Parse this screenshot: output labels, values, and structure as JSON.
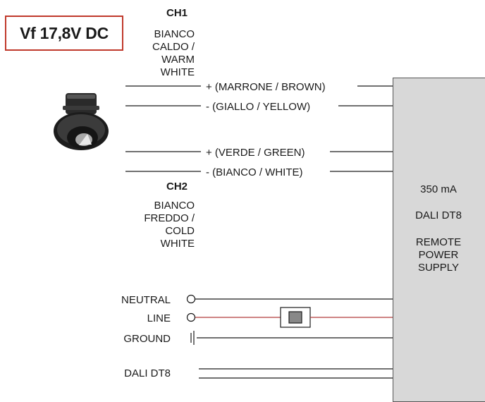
{
  "vf_label": "Vf 17,8V DC",
  "ch1": {
    "title": "CH1",
    "desc": [
      "BIANCO",
      "CALDO /",
      "WARM",
      "WHITE"
    ]
  },
  "ch2": {
    "title": "CH2",
    "desc": [
      "BIANCO",
      "FREDDO /",
      "COLD",
      "WHITE"
    ]
  },
  "wires": [
    "+ (MARRONE / BROWN)",
    "- (GIALLO / YELLOW)",
    "+ (VERDE / GREEN)",
    "- (BIANCO / WHITE)"
  ],
  "power_supply": {
    "current": "350 mA",
    "protocol": "DALI DT8",
    "desc": [
      "REMOTE",
      "POWER",
      "SUPPLY"
    ]
  },
  "mains": {
    "neutral": "NEUTRAL",
    "line": "LINE",
    "ground": "GROUND",
    "dali": "DALI DT8"
  },
  "colors": {
    "accent_red": "#c0392b",
    "psu_fill": "#d8d8d8",
    "line_wire": "#b03a3a"
  },
  "icons": [
    "led-spotlight-icon",
    "switch-icon",
    "terminal-circle-icon",
    "ground-symbol-icon"
  ]
}
